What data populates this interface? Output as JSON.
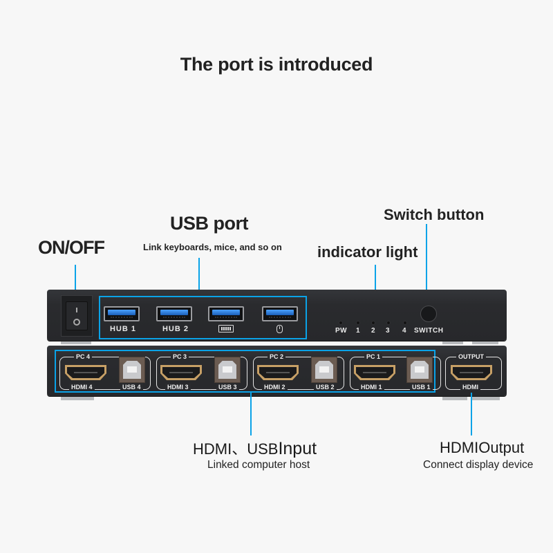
{
  "page": {
    "title": "The port is introduced",
    "accent_color": "#0aa3e8"
  },
  "callouts": {
    "onoff": {
      "title": "ON/OFF"
    },
    "usb_port": {
      "title": "USB port",
      "subtitle": "Link keyboards, mice, and so on"
    },
    "indicator": {
      "title": "indicator light"
    },
    "switch_button": {
      "title": "Switch button"
    },
    "input": {
      "title_prefix": "HDMI、USB",
      "title_suffix": "Input",
      "subtitle": "Linked computer host"
    },
    "output": {
      "title_prefix": "HDMI",
      "title_suffix": "Output",
      "subtitle": "Connect display device"
    }
  },
  "front_panel": {
    "power_switch": {
      "on_symbol": "I",
      "off_symbol": "O"
    },
    "usb_ports": [
      {
        "label": "HUB 1",
        "icon": ""
      },
      {
        "label": "HUB 2",
        "icon": ""
      },
      {
        "label": "",
        "icon": "keyboard-icon"
      },
      {
        "label": "",
        "icon": "mouse-icon"
      }
    ],
    "indicators": [
      "PW",
      "1",
      "2",
      "3",
      "4"
    ],
    "switch_label": "SWITCH"
  },
  "back_panel": {
    "inputs": [
      {
        "pc": "PC 4",
        "hdmi": "HDMI 4",
        "usb": "USB 4"
      },
      {
        "pc": "PC 3",
        "hdmi": "HDMI 3",
        "usb": "USB 3"
      },
      {
        "pc": "PC 2",
        "hdmi": "HDMI 2",
        "usb": "USB 2"
      },
      {
        "pc": "PC 1",
        "hdmi": "HDMI 1",
        "usb": "USB 1"
      }
    ],
    "output": {
      "top": "OUTPUT",
      "bottom": "HDMI"
    }
  }
}
